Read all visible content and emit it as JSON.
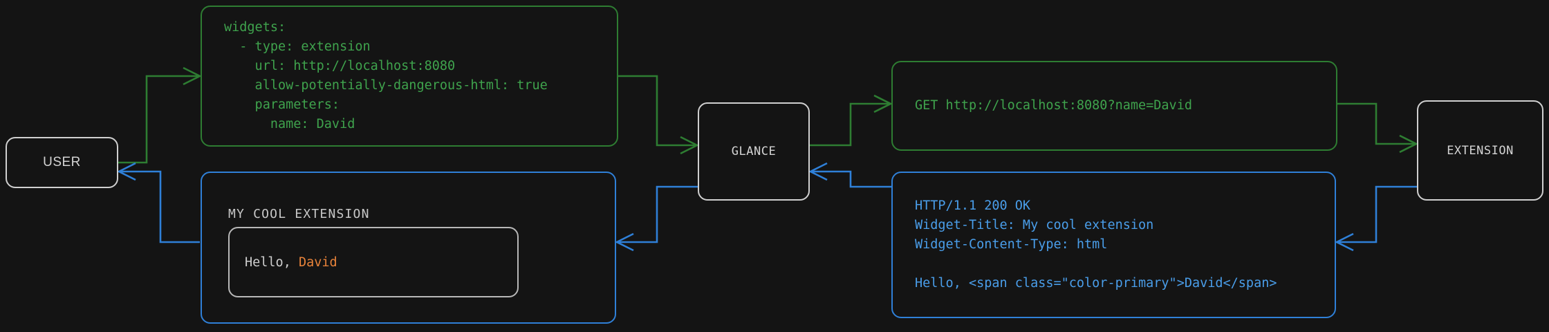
{
  "theme": {
    "background": "#141414",
    "node_border": "#d0d0d0",
    "node_text": "#d4d4d4",
    "request_color": "#2e7d32",
    "request_text": "#3fa34d",
    "response_color": "#2f80d8",
    "response_text": "#4a9eea",
    "accent": "#e8833a",
    "card_border": "#b8b8b8",
    "card_text": "#cfcfcf"
  },
  "nodes": {
    "user": {
      "label": "USER"
    },
    "glance": {
      "label": "GLANCE"
    },
    "extension": {
      "label": "EXTENSION"
    }
  },
  "boxes": {
    "config": {
      "kind": "request",
      "text": "widgets:\n  - type: extension\n    url: http://localhost:8080\n    allow-potentially-dangerous-html: true\n    parameters:\n      name: David"
    },
    "request": {
      "kind": "request",
      "text": "GET http://localhost:8080?name=David"
    },
    "response": {
      "kind": "response",
      "text": "HTTP/1.1 200 OK\nWidget-Title: My cool extension\nWidget-Content-Type: html\n\nHello, <span class=\"color-primary\">David</span>"
    },
    "widget": {
      "kind": "response",
      "title": "MY COOL EXTENSION",
      "card_prefix": "Hello, ",
      "card_accent": "David"
    }
  },
  "edges": [
    {
      "name": "user-to-config",
      "kind": "request"
    },
    {
      "name": "config-to-glance",
      "kind": "request"
    },
    {
      "name": "glance-to-request",
      "kind": "request"
    },
    {
      "name": "request-to-extension",
      "kind": "request"
    },
    {
      "name": "extension-to-response",
      "kind": "response"
    },
    {
      "name": "response-to-glance",
      "kind": "response"
    },
    {
      "name": "glance-to-widget",
      "kind": "response"
    },
    {
      "name": "widget-to-user",
      "kind": "response"
    }
  ]
}
